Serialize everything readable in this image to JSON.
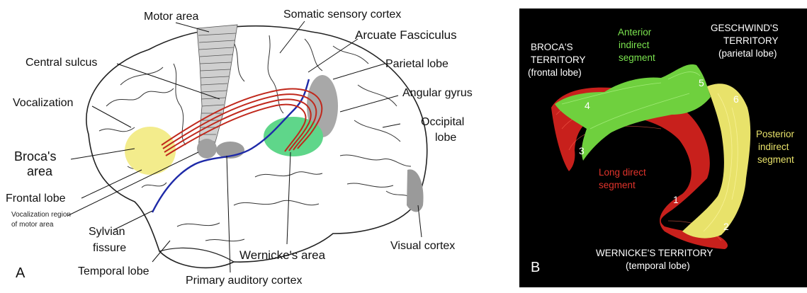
{
  "panel_a": {
    "letter": "A",
    "labels": {
      "motor_area": "Motor area",
      "somatic_sensory_cortex": "Somatic sensory cortex",
      "arcuate_fasciculus": "Arcuate Fasciculus",
      "central_sulcus": "Central sulcus",
      "parietal_lobe": "Parietal lobe",
      "angular_gyrus": "Angular gyrus",
      "vocalization": "Vocalization",
      "occipital_line1": "Occipital",
      "occipital_line2": "lobe",
      "brocas_line1": "Broca's",
      "brocas_line2": "area",
      "frontal_lobe": "Frontal lobe",
      "vocal_region_line1": "Vocalization region",
      "vocal_region_line2": "of motor area",
      "sylvian_line1": "Sylvian",
      "sylvian_line2": "fissure",
      "temporal_lobe": "Temporal lobe",
      "wernickes_area": "Wernicke's area",
      "visual_cortex": "Visual cortex",
      "primary_auditory_cortex": "Primary auditory cortex"
    },
    "colors": {
      "broca": "#f3ec8c",
      "wernicke": "#5fd68a",
      "arcuate": "#c0281c",
      "sylvian": "#1e2aa8",
      "shading": "#8a8a8a"
    }
  },
  "panel_b": {
    "letter": "B",
    "labels": {
      "broca_line1": "BROCA'S",
      "broca_line2": "TERRITORY",
      "broca_line3": "(frontal lobe)",
      "anterior_line1": "Anterior",
      "anterior_line2": "indirect",
      "anterior_line3": "segment",
      "geschwind_line1": "GESCHWIND'S",
      "geschwind_line2": "TERRITORY",
      "geschwind_line3": "(parietal lobe)",
      "posterior_line1": "Posterior",
      "posterior_line2": "indirect",
      "posterior_line3": "segment",
      "long_line1": "Long direct",
      "long_line2": "segment",
      "wernicke_line1": "WERNICKE'S TERRITORY",
      "wernicke_line2": "(temporal lobe)"
    },
    "numbers": [
      "1",
      "2",
      "3",
      "4",
      "5",
      "6"
    ],
    "colors": {
      "background": "#000000",
      "anterior_green": "#7be34f",
      "long_red": "#c8201c",
      "posterior_yellow": "#e8e26a"
    }
  }
}
